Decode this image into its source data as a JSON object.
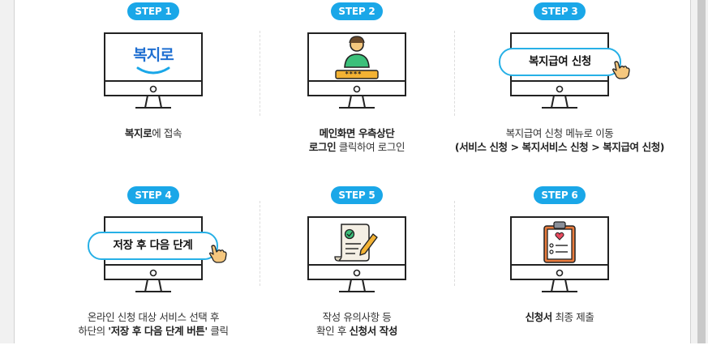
{
  "steps": [
    {
      "badge": "STEP 1",
      "logo_text": "복지로",
      "caption_line1_bold": "복지로",
      "caption_line1_rest": "에 접속",
      "icon": "bokjiro-logo-icon"
    },
    {
      "badge": "STEP 2",
      "caption_line1_bold": "메인화면 우측상단",
      "caption_line2_bold": "로그인",
      "caption_line2_rest": " 클릭하여 로그인",
      "icon": "user-login-icon",
      "password_mask": "****"
    },
    {
      "badge": "STEP 3",
      "pill_label": "복지급여 신청",
      "caption_line1": "복지급여 신청 메뉴로 이동",
      "caption_line2_bold": "(서비스 신청 > 복지서비스 신청 > 복지급여 신청)",
      "icon": "pointing-hand-icon"
    },
    {
      "badge": "STEP 4",
      "pill_label": "저장 후 다음 단계",
      "caption_line1": "온라인 신청 대상 서비스 선택 후",
      "caption_line2_pre": "하단의 ",
      "caption_line2_bold": "'저장 후 다음 단계 버튼'",
      "caption_line2_rest": " 클릭",
      "icon": "pointing-hand-icon"
    },
    {
      "badge": "STEP 5",
      "caption_line1": "작성 유의사항 등",
      "caption_line2_pre": "확인 후 ",
      "caption_line2_bold": "신청서 작성",
      "icon": "document-pen-icon"
    },
    {
      "badge": "STEP 6",
      "caption_line1_bold": "신청서",
      "caption_line1_rest": " 최종 제출",
      "icon": "clipboard-heart-icon"
    }
  ],
  "colors": {
    "accent": "#1aa7e8",
    "logo_blue": "#1f6fd1",
    "outline": "#222222",
    "pill_border": "#27b0e6",
    "hand_fill": "#f5c77e"
  }
}
